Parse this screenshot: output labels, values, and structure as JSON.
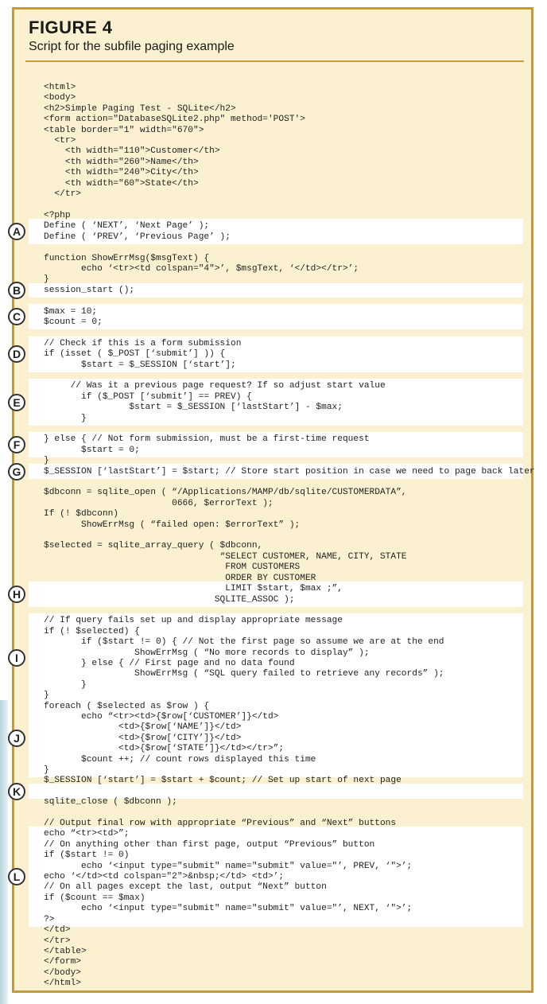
{
  "figure": {
    "title": "FIGURE 4",
    "subtitle": "Script for the subfile paging example",
    "border_color": "#c49a3a",
    "background_color": "#fbf1d0",
    "highlight_color": "#ffffff"
  },
  "code_lines": [
    "<html>",
    "<body>",
    "<h2>Simple Paging Test - SQLite</h2>",
    "<form action=\"DatabaseSQLite2.php\" method='POST'>",
    "<table border=\"1\" width=\"670\">",
    "  <tr>",
    "    <th width=\"110\">Customer</th>",
    "    <th width=\"260\">Name</th>",
    "    <th width=\"240\">City</th>",
    "    <th width=\"60\">State</th>",
    "  </tr>",
    "",
    "<?php",
    "Define ( ‘NEXT’, ‘Next Page’ );",
    "Define ( ‘PREV’, ‘Previous Page’ );",
    "",
    "function ShowErrMsg($msgText) {",
    "       echo ‘<tr><td colspan=\"4\">’, $msgText, ‘</td></tr>’;",
    "}",
    "session_start ();",
    "",
    "$max = 10;",
    "$count = 0;",
    "",
    "// Check if this is a form submission",
    "if (isset ( $_POST [‘submit’] )) {",
    "       $start = $_SESSION [‘start’];",
    "",
    "     // Was it a previous page request? If so adjust start value",
    "       if ($_POST [‘submit’] == PREV) {",
    "                $start = $_SESSION [‘lastStart’] - $max;",
    "       }",
    "",
    "} else { // Not form submission, must be a first-time request",
    "       $start = 0;",
    "}",
    "$_SESSION [‘lastStart’] = $start; // Store start position in case we need to page back later",
    "",
    "$dbconn = sqlite_open ( “/Applications/MAMP/db/sqlite/CUSTOMERDATA”,",
    "                        0666, $errorText );",
    "If (! $dbconn)",
    "       ShowErrMsg ( “failed open: $errorText” );",
    "",
    "$selected = sqlite_array_query ( $dbconn,",
    "                                 “SELECT CUSTOMER, NAME, CITY, STATE",
    "                                  FROM CUSTOMERS",
    "                                  ORDER BY CUSTOMER",
    "                                  LIMIT $start, $max ;”,",
    "                                SQLITE_ASSOC );",
    "",
    "// If query fails set up and display appropriate message",
    "if (! $selected) {",
    "       if ($start != 0) { // Not the first page so assume we are at the end",
    "                 ShowErrMsg ( “No more records to display” );",
    "       } else { // First page and no data found",
    "                 ShowErrMsg ( “SQL query failed to retrieve any records” );",
    "       }",
    "}",
    "foreach ( $selected as $row ) {",
    "       echo “<tr><td>{$row[‘CUSTOMER’]}</td>",
    "              <td>{$row[‘NAME’]}</td>",
    "              <td>{$row[‘CITY’]}</td>",
    "              <td>{$row[‘STATE’]}</td></tr>”;",
    "       $count ++; // count rows displayed this time",
    "}",
    "$_SESSION [‘start’] = $start + $count; // Set up start of next page",
    "",
    "sqlite_close ( $dbconn );",
    "",
    "// Output final row with appropriate “Previous” and “Next” buttons",
    "echo “<tr><td>”;",
    "// On anything other than first page, output “Previous” button",
    "if ($start != 0)",
    "       echo ‘<input type=\"submit\" name=\"submit\" value=\"’, PREV, ‘\">’;",
    "echo ‘</td><td colspan=\"2\">&nbsp;</td> <td>’;",
    "// On all pages except the last, output “Next” button",
    "if ($count == $max)",
    "       echo ‘<input type=\"submit\" name=\"submit\" value=\"’, NEXT, ‘\">’;",
    "?>",
    "</td>",
    "</tr>",
    "</table>",
    "</form>",
    "</body>",
    "</html>"
  ],
  "annotations": [
    {
      "label": "A",
      "start": 13,
      "end": 14
    },
    {
      "label": "B",
      "start": 19,
      "end": 19
    },
    {
      "label": "C",
      "start": 21,
      "end": 22
    },
    {
      "label": "D",
      "start": 24,
      "end": 26
    },
    {
      "label": "E",
      "start": 28,
      "end": 31
    },
    {
      "label": "F",
      "start": 33,
      "end": 34
    },
    {
      "label": "G",
      "start": 36,
      "end": 36
    },
    {
      "label": "H",
      "start": 47,
      "end": 48
    },
    {
      "label": "I",
      "start": 50,
      "end": 57
    },
    {
      "label": "J",
      "start": 58,
      "end": 64
    },
    {
      "label": "K",
      "start": 66,
      "end": 66
    },
    {
      "label": "L",
      "start": 70,
      "end": 78
    }
  ]
}
